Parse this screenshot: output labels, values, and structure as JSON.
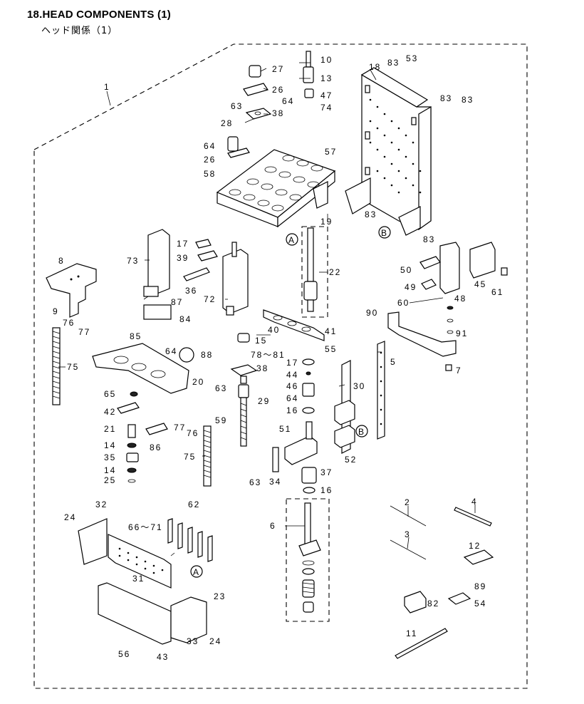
{
  "header": {
    "title": "18.HEAD COMPONENTS (1)",
    "subtitle": "ヘッド関係（1）"
  },
  "callouts": {
    "A": "A",
    "B": "B"
  },
  "parts": [
    {
      "id": "p1",
      "label": "1"
    },
    {
      "id": "p2",
      "label": "2"
    },
    {
      "id": "p3",
      "label": "3"
    },
    {
      "id": "p4",
      "label": "4"
    },
    {
      "id": "p5",
      "label": "5"
    },
    {
      "id": "p6",
      "label": "6"
    },
    {
      "id": "p7",
      "label": "7"
    },
    {
      "id": "p8",
      "label": "8"
    },
    {
      "id": "p9",
      "label": "9"
    },
    {
      "id": "p10",
      "label": "10"
    },
    {
      "id": "p11",
      "label": "11"
    },
    {
      "id": "p12",
      "label": "12"
    },
    {
      "id": "p13",
      "label": "13"
    },
    {
      "id": "p14a",
      "label": "14"
    },
    {
      "id": "p14b",
      "label": "14"
    },
    {
      "id": "p15",
      "label": "15"
    },
    {
      "id": "p16a",
      "label": "16"
    },
    {
      "id": "p16b",
      "label": "16"
    },
    {
      "id": "p17a",
      "label": "17"
    },
    {
      "id": "p17b",
      "label": "17"
    },
    {
      "id": "p18",
      "label": "18"
    },
    {
      "id": "p19",
      "label": "19"
    },
    {
      "id": "p20",
      "label": "20"
    },
    {
      "id": "p21",
      "label": "21"
    },
    {
      "id": "p22",
      "label": "22"
    },
    {
      "id": "p23",
      "label": "23"
    },
    {
      "id": "p24a",
      "label": "24"
    },
    {
      "id": "p24b",
      "label": "24"
    },
    {
      "id": "p25",
      "label": "25"
    },
    {
      "id": "p26a",
      "label": "26"
    },
    {
      "id": "p26b",
      "label": "26"
    },
    {
      "id": "p27",
      "label": "27"
    },
    {
      "id": "p28",
      "label": "28"
    },
    {
      "id": "p29",
      "label": "29"
    },
    {
      "id": "p30",
      "label": "30"
    },
    {
      "id": "p31",
      "label": "31"
    },
    {
      "id": "p32",
      "label": "32"
    },
    {
      "id": "p33",
      "label": "33"
    },
    {
      "id": "p34",
      "label": "34"
    },
    {
      "id": "p35",
      "label": "35"
    },
    {
      "id": "p36",
      "label": "36"
    },
    {
      "id": "p37",
      "label": "37"
    },
    {
      "id": "p38a",
      "label": "38"
    },
    {
      "id": "p38b",
      "label": "38"
    },
    {
      "id": "p39",
      "label": "39"
    },
    {
      "id": "p40",
      "label": "40"
    },
    {
      "id": "p41",
      "label": "41"
    },
    {
      "id": "p42",
      "label": "42"
    },
    {
      "id": "p43",
      "label": "43"
    },
    {
      "id": "p44",
      "label": "44"
    },
    {
      "id": "p45",
      "label": "45"
    },
    {
      "id": "p46",
      "label": "46"
    },
    {
      "id": "p47",
      "label": "47"
    },
    {
      "id": "p48",
      "label": "48"
    },
    {
      "id": "p49",
      "label": "49"
    },
    {
      "id": "p50",
      "label": "50"
    },
    {
      "id": "p51",
      "label": "51"
    },
    {
      "id": "p52",
      "label": "52"
    },
    {
      "id": "p53",
      "label": "53"
    },
    {
      "id": "p54",
      "label": "54"
    },
    {
      "id": "p55",
      "label": "55"
    },
    {
      "id": "p56",
      "label": "56"
    },
    {
      "id": "p57",
      "label": "57"
    },
    {
      "id": "p58",
      "label": "58"
    },
    {
      "id": "p59",
      "label": "59"
    },
    {
      "id": "p60",
      "label": "60"
    },
    {
      "id": "p61",
      "label": "61"
    },
    {
      "id": "p62",
      "label": "62"
    },
    {
      "id": "p63a",
      "label": "63"
    },
    {
      "id": "p63b",
      "label": "63"
    },
    {
      "id": "p63c",
      "label": "63"
    },
    {
      "id": "p64a",
      "label": "64"
    },
    {
      "id": "p64b",
      "label": "64"
    },
    {
      "id": "p64c",
      "label": "64"
    },
    {
      "id": "p64d",
      "label": "64"
    },
    {
      "id": "p65",
      "label": "65"
    },
    {
      "id": "p66",
      "label": "66〜71"
    },
    {
      "id": "p72",
      "label": "72"
    },
    {
      "id": "p73",
      "label": "73"
    },
    {
      "id": "p74",
      "label": "74"
    },
    {
      "id": "p75a",
      "label": "75"
    },
    {
      "id": "p75b",
      "label": "75"
    },
    {
      "id": "p76a",
      "label": "76"
    },
    {
      "id": "p76b",
      "label": "76"
    },
    {
      "id": "p77a",
      "label": "77"
    },
    {
      "id": "p77b",
      "label": "77"
    },
    {
      "id": "p78",
      "label": "78〜81"
    },
    {
      "id": "p82",
      "label": "82"
    },
    {
      "id": "p83a",
      "label": "83"
    },
    {
      "id": "p83b",
      "label": "83"
    },
    {
      "id": "p83c",
      "label": "83"
    },
    {
      "id": "p83d",
      "label": "83"
    },
    {
      "id": "p83e",
      "label": "83"
    },
    {
      "id": "p84",
      "label": "84"
    },
    {
      "id": "p85",
      "label": "85"
    },
    {
      "id": "p86",
      "label": "86"
    },
    {
      "id": "p87",
      "label": "87"
    },
    {
      "id": "p88",
      "label": "88"
    },
    {
      "id": "p89",
      "label": "89"
    },
    {
      "id": "p90",
      "label": "90"
    },
    {
      "id": "p91",
      "label": "91"
    }
  ]
}
